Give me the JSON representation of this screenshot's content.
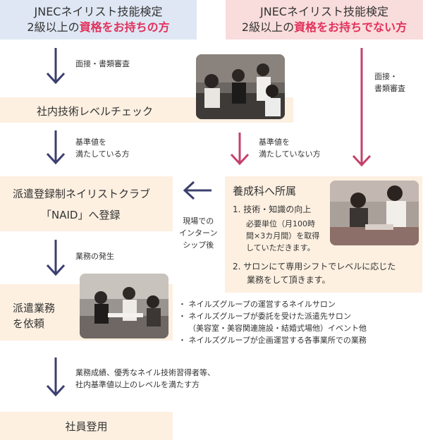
{
  "headers": {
    "left_line1": "JNECネイリスト技能検定",
    "left_line2_plain": "2級以上の",
    "left_line2_red": "資格をお持ちの方",
    "right_line1": "JNECネイリスト技能検定",
    "right_line2_plain": "2級以上の",
    "right_line2_red": "資格をお持ちでない方"
  },
  "notes": {
    "interview_left": "面接・書類審査",
    "interview_right_1": "面接・",
    "interview_right_2": "書類審査",
    "meets_1": "基準値を",
    "meets_2": "満たしている方",
    "not_meets_1": "基準値を",
    "not_meets_2": "満たしていない方",
    "internship_1": "現場での",
    "internship_2": "インターン",
    "internship_3": "シップ後",
    "work_occurs": "業務の発生",
    "employ_1": "業務成績、優秀なネイル技術習得者等、",
    "employ_2": "社内基準値以上のレベルを満たす方"
  },
  "boxes": {
    "level_check": "社内技術レベルチェック",
    "naid_1": "派遣登録制ネイリストクラブ",
    "naid_2": "「NAID」へ登録",
    "dispatch_1": "派遣業務",
    "dispatch_2": "を依頼",
    "employment": "社員登用"
  },
  "training": {
    "title": "養成科へ所属",
    "item1": "1.  技術・知識の向上",
    "item1_sub_1": "必要単位（月100時",
    "item1_sub_2": "間×3カ月間）を取得",
    "item1_sub_3": "していただきます。",
    "item2_1": "2.  サロンにて専用シフトでレベルに応じた",
    "item2_2": "業務をして頂きます。"
  },
  "dispatch_list": [
    "・ ネイルズグループの運営するネイルサロン",
    "・ ネイルズグループが委託を受けた派遣先サロン",
    "（美容室・美容関連施設・結婚式場他）イベント他",
    "・ ネイルズグループが企画運営する各事業所での業務"
  ],
  "colors": {
    "left_header_bg": "#dfe7f4",
    "right_header_bg": "#f9dcdc",
    "box_bg": "#fdf0e1",
    "accent_red": "#e1315c",
    "arrow_navy": "#3c3f6e",
    "arrow_pink": "#c4406a"
  }
}
